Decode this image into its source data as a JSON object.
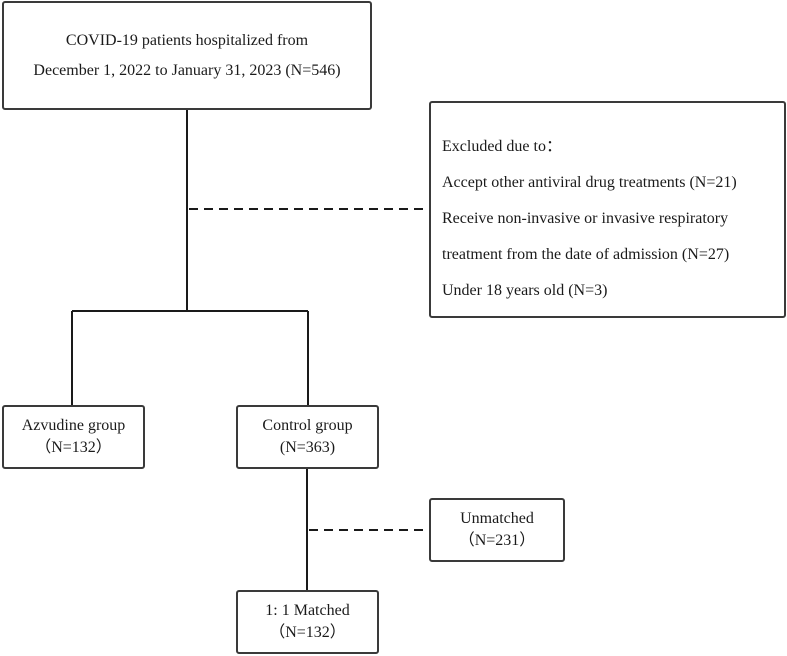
{
  "flowchart": {
    "start": {
      "line1": "COVID-19 patients hospitalized from",
      "line2": "December 1, 2022 to January 31, 2023 (N=546)"
    },
    "excluded": {
      "heading": "Excluded due to：",
      "reasons": [
        "Accept other antiviral drug treatments (N=21)",
        "Receive non-invasive or invasive respiratory",
        "treatment from the date of admission (N=27)",
        "Under 18 years old (N=3)"
      ]
    },
    "azvudine": {
      "label": "Azvudine group",
      "count": "（N=132）"
    },
    "control": {
      "label": "Control group",
      "count": "(N=363)"
    },
    "unmatched": {
      "label": "Unmatched",
      "count": "（N=231）"
    },
    "matched": {
      "label": "1: 1 Matched",
      "count": "（N=132）"
    }
  },
  "colors": {
    "border": "#3a3a3a",
    "line": "#1a1a1a",
    "text": "#1a1a1a"
  }
}
